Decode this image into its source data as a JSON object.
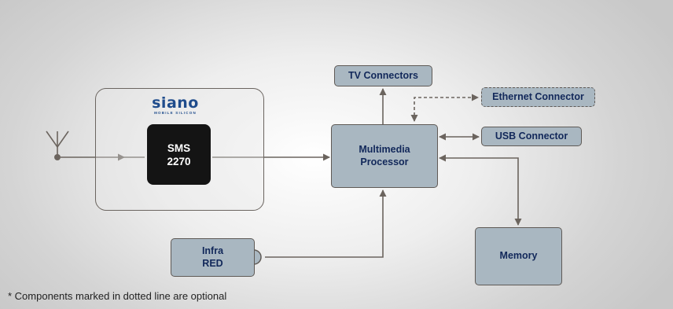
{
  "diagram": {
    "logo": {
      "name": "siano",
      "subtext": "MOBILE SILICON"
    },
    "chip": {
      "label": "SMS\n2270"
    },
    "processor": {
      "label": "Multimedia\nProcessor"
    },
    "tv": {
      "label": "TV Connectors"
    },
    "ethernet": {
      "label": "Ethernet Connector",
      "optional": true
    },
    "usb": {
      "label": "USB Connector"
    },
    "memory": {
      "label": "Memory"
    },
    "infrared": {
      "label": "Infra\nRED"
    },
    "footnote": "* Components marked in dotted line are optional"
  },
  "colors": {
    "box_fill": "#a9b7c1",
    "box_text": "#12285a",
    "line": "#6b645e",
    "chip": "#141414",
    "logo": "#1f4c8c"
  }
}
